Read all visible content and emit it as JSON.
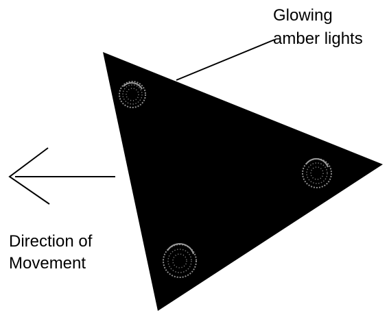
{
  "diagram": {
    "labels": {
      "lights_line1": "Glowing",
      "lights_line2": "amber lights",
      "direction_line1": "Direction of",
      "direction_line2": "Movement"
    }
  },
  "colors": {
    "background": "#ffffff",
    "triangle": "#000000",
    "lights": "#8f8f8f",
    "lines": "#000000",
    "text": "#000000"
  }
}
